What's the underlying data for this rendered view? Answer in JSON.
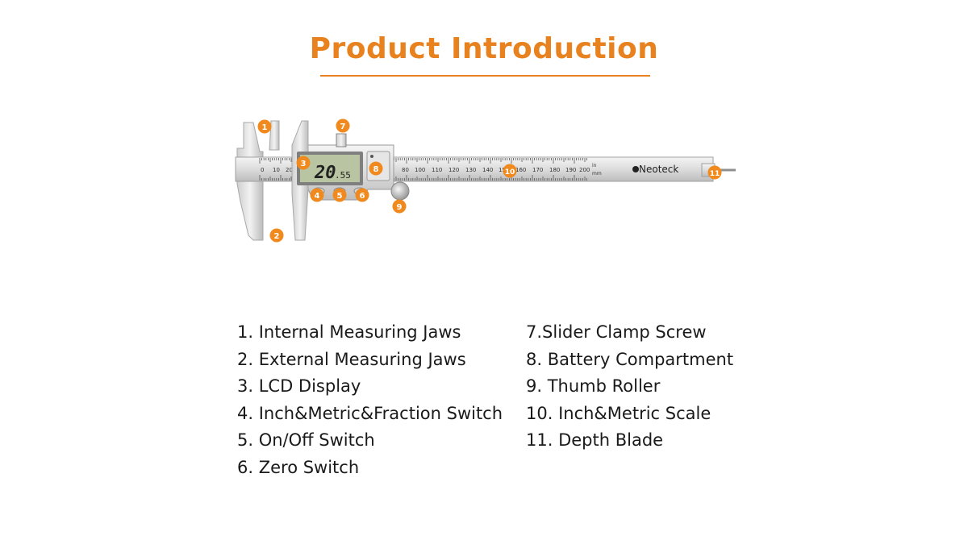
{
  "title": "Product Introduction",
  "colors": {
    "accent": "#e8821f",
    "marker": "#f08a1e",
    "lcd": "#b8c4a2"
  },
  "device": {
    "lcd_reading_main": "20",
    "lcd_reading_decimal": ".55",
    "brand": "Neoteck",
    "scale_ticks": [
      "0",
      "10",
      "20",
      "80",
      "100",
      "110",
      "120",
      "130",
      "140",
      "150",
      "160",
      "170",
      "180",
      "190",
      "200"
    ],
    "unit_in": "in",
    "unit_mm": "mm"
  },
  "markers": [
    "1",
    "2",
    "3",
    "4",
    "5",
    "6",
    "7",
    "8",
    "9",
    "10",
    "11"
  ],
  "parts_left": [
    "1. Internal Measuring Jaws",
    "2. External Measuring Jaws",
    "3. LCD Display",
    "4. Inch&Metric&Fraction Switch",
    "5. On/Off Switch",
    "6. Zero Switch"
  ],
  "parts_right": [
    "7.Slider Clamp Screw",
    "8. Battery Compartment",
    "9. Thumb Roller",
    "10. Inch&Metric Scale",
    "11. Depth Blade"
  ]
}
